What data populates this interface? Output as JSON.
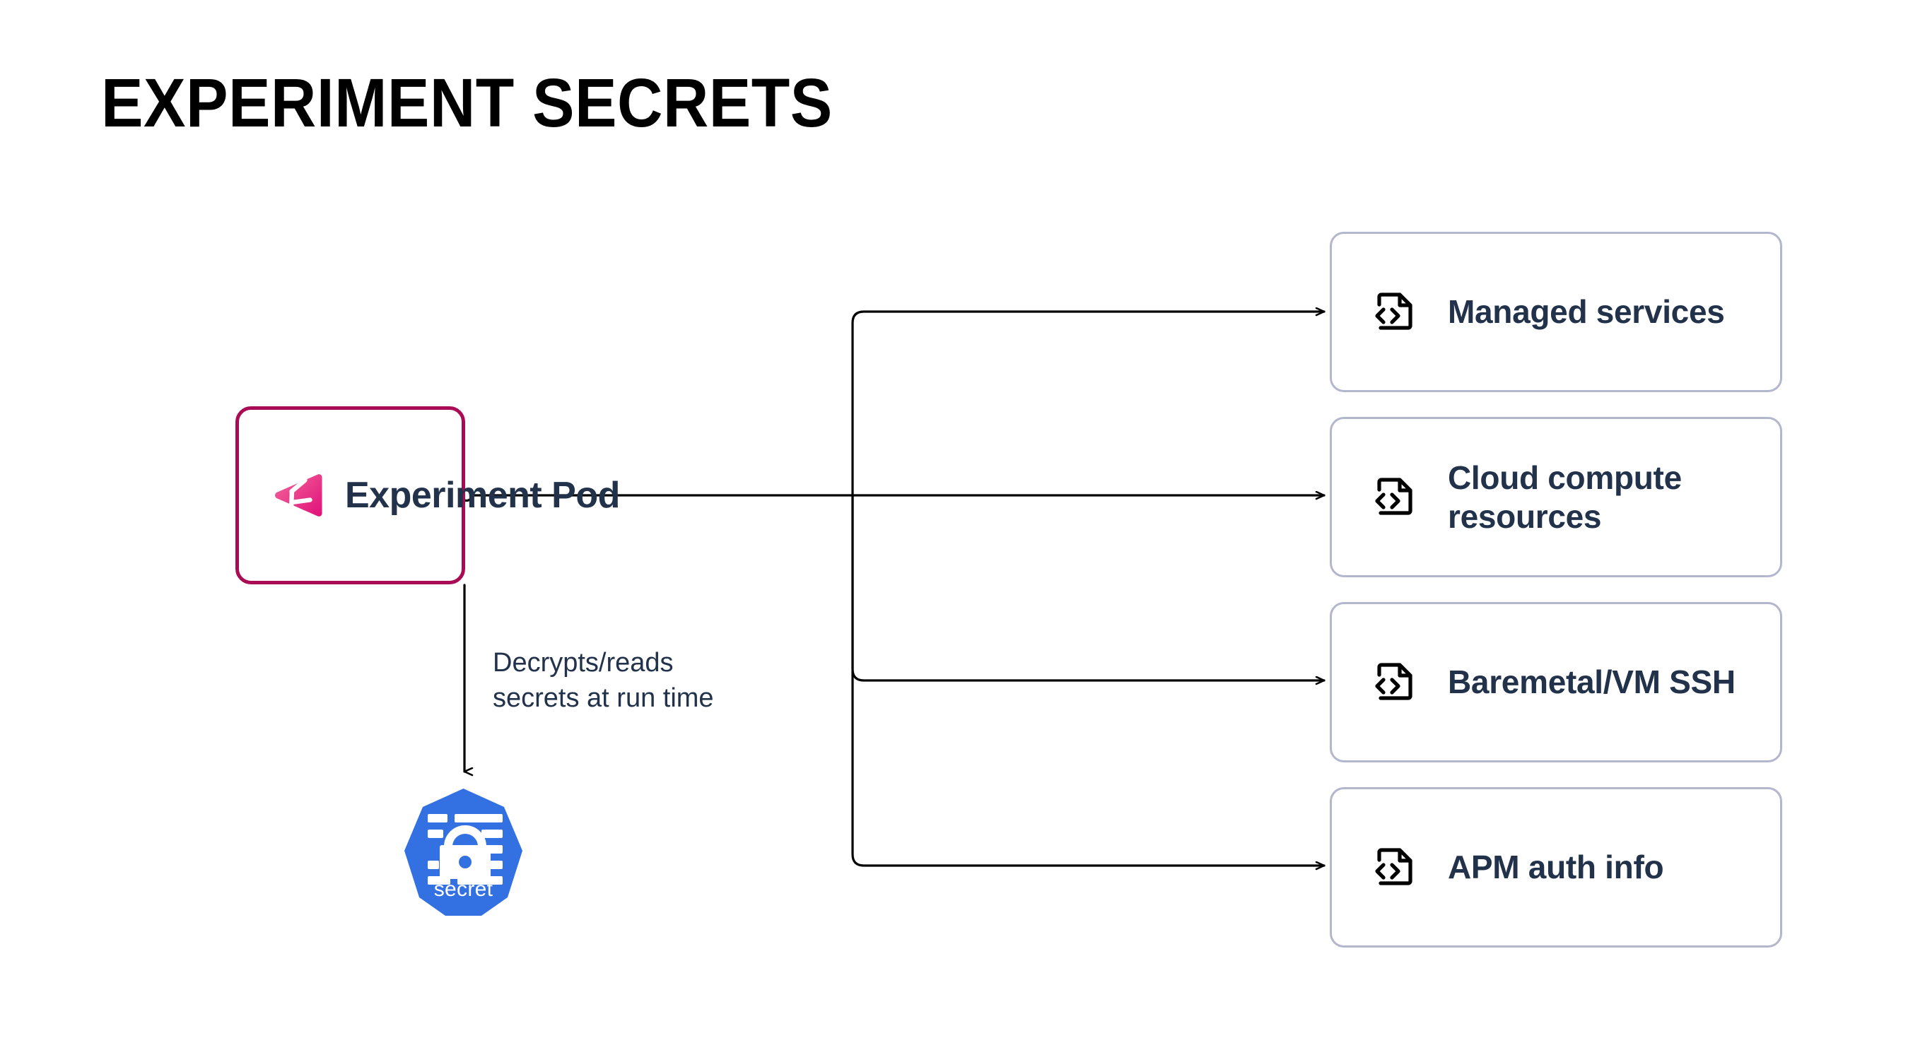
{
  "page": {
    "title": "EXPERIMENT SECRETS",
    "background_color": "#FFFFFF"
  },
  "colors": {
    "pod_border": "#A90B54",
    "card_border": "#B3B7CE",
    "text_navy": "#22324B",
    "kubernetes_blue": "#3371E3",
    "edge_line": "#000000",
    "logo_pink_light": "#F2548C",
    "logo_pink_dark": "#E0157A"
  },
  "pod": {
    "label": "Experiment Pod",
    "logo_icon": "gremlin-logo-icon"
  },
  "secret": {
    "label": "secret",
    "icon": "kubernetes-secret-icon"
  },
  "edges": {
    "to_secret_label": "Decrypts/reads\nsecrets at run time"
  },
  "targets": [
    {
      "label": "Managed services",
      "icon": "code-file-icon"
    },
    {
      "label": "Cloud compute resources",
      "icon": "code-file-icon"
    },
    {
      "label": "Baremetal/VM SSH",
      "icon": "code-file-icon"
    },
    {
      "label": "APM auth info",
      "icon": "code-file-icon"
    }
  ]
}
